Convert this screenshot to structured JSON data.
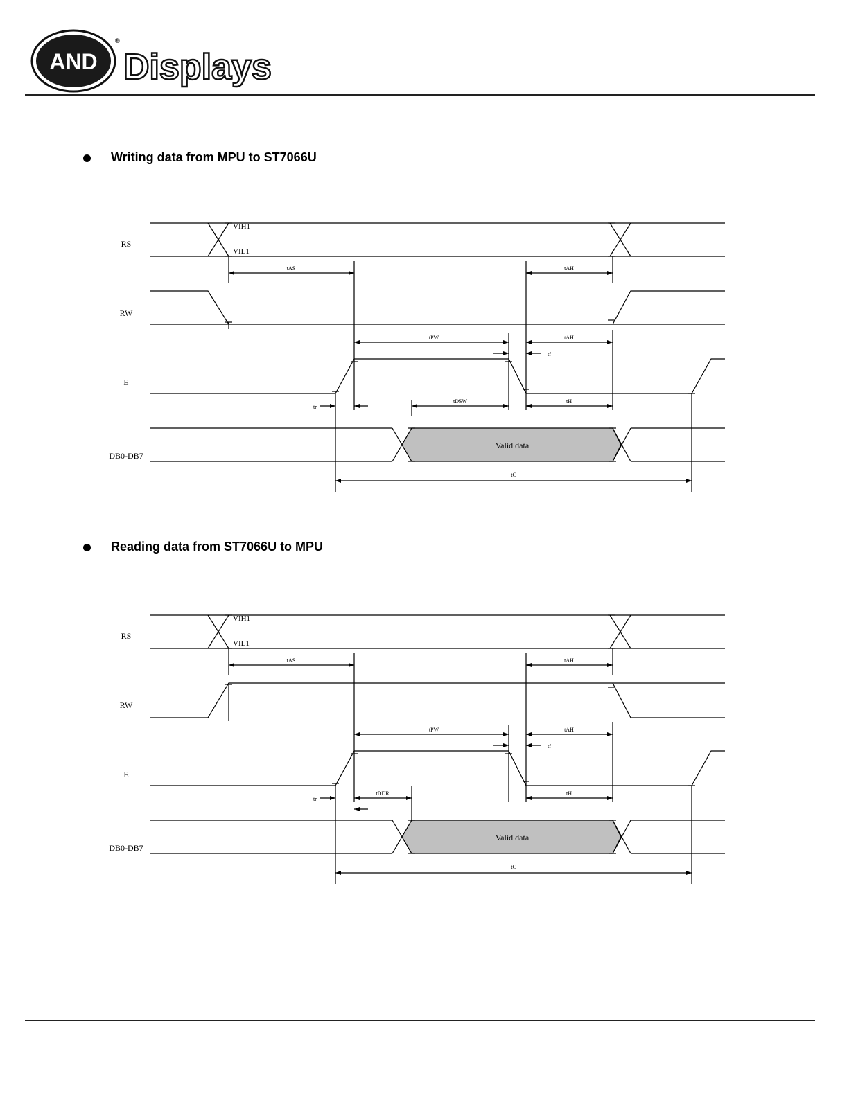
{
  "brand": {
    "logo_oval": "AND",
    "logo_word": "Displays",
    "registered": "®"
  },
  "diagrams": [
    {
      "heading": "Writing data from MPU to ST7066U",
      "signals": [
        "RS",
        "RW",
        "E",
        "DB0-DB7"
      ],
      "levels": [
        "VIH1",
        "VIL1"
      ],
      "timing": {
        "tas": "tAS",
        "tah": "tAH",
        "tpw": "tPW",
        "tf": "tf",
        "tr": "tr",
        "tmid": "tDSW",
        "th": "tH",
        "tc": "tC"
      },
      "data_label": "Valid data"
    },
    {
      "heading": "Reading data from ST7066U to MPU",
      "signals": [
        "RS",
        "RW",
        "E",
        "DB0-DB7"
      ],
      "levels": [
        "VIH1",
        "VIL1"
      ],
      "timing": {
        "tas": "tAS",
        "tah": "tAH",
        "tpw": "tPW",
        "tf": "tf",
        "tr": "tr",
        "tmid": "tDDR",
        "th": "tH",
        "tc": "tC"
      },
      "data_label": "Valid data"
    }
  ],
  "colors": {
    "rule": "#222222",
    "data_fill": "#c0c0c0",
    "line": "#000000"
  }
}
